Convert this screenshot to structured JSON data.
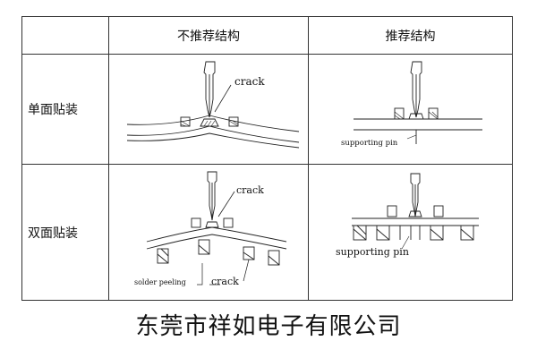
{
  "table": {
    "header": {
      "corner": "",
      "col_not_recommended": "不推荐结构",
      "col_recommended": "推荐结构"
    },
    "rows": [
      {
        "label": "单面贴装",
        "not_recommended": {
          "crack_label": "crack"
        },
        "recommended": {
          "pin_label": "supporting pin"
        }
      },
      {
        "label": "双面贴装",
        "not_recommended": {
          "crack_label_top": "crack",
          "peeling_label": "solder peeling",
          "crack_label_bottom": "crack"
        },
        "recommended": {
          "pin_label": "supporting pin"
        }
      }
    ]
  },
  "footer": {
    "company": "东莞市祥如电子有限公司"
  }
}
